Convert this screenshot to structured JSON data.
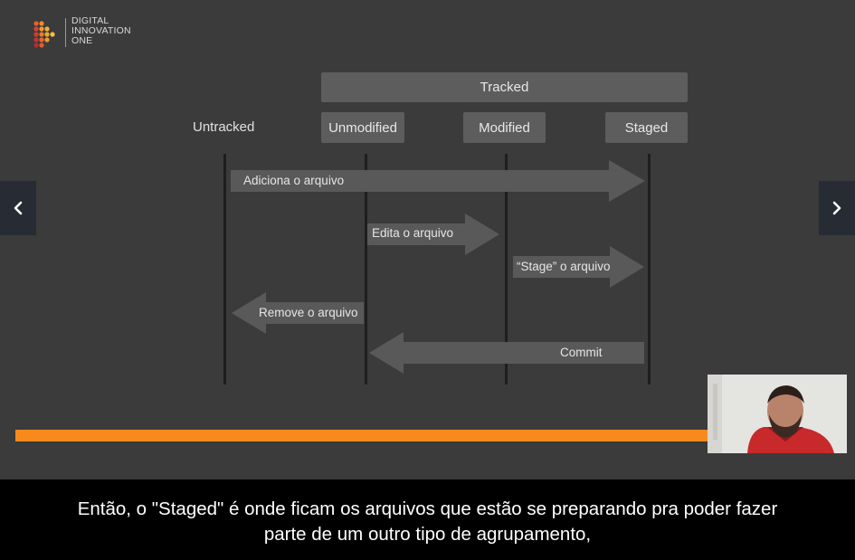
{
  "logo": {
    "line1": "DIGITAL",
    "line2": "INNOVATION",
    "line3": "ONE"
  },
  "diagram": {
    "tracked_label": "Tracked",
    "states": {
      "untracked": "Untracked",
      "unmodified": "Unmodified",
      "modified": "Modified",
      "staged": "Staged"
    },
    "transitions": {
      "add": "Adiciona o arquivo",
      "edit": "Edita o arquivo",
      "stage": "“Stage” o arquivo",
      "remove": "Remove o arquivo",
      "commit": "Commit"
    }
  },
  "navigation": {
    "prev_icon": "chevron-left-icon",
    "next_icon": "chevron-right-icon"
  },
  "colors": {
    "slide_background": "#3b3b3b",
    "box_fill": "#5d5d5d",
    "arrow_fill": "#595959",
    "progress": "#f78a1d",
    "caption_background": "#000000"
  },
  "caption": {
    "line1": "Então, o \"Staged\" é onde ficam os arquivos que estão se preparando pra poder fazer",
    "line2": "parte de um outro tipo de agrupamento,"
  }
}
